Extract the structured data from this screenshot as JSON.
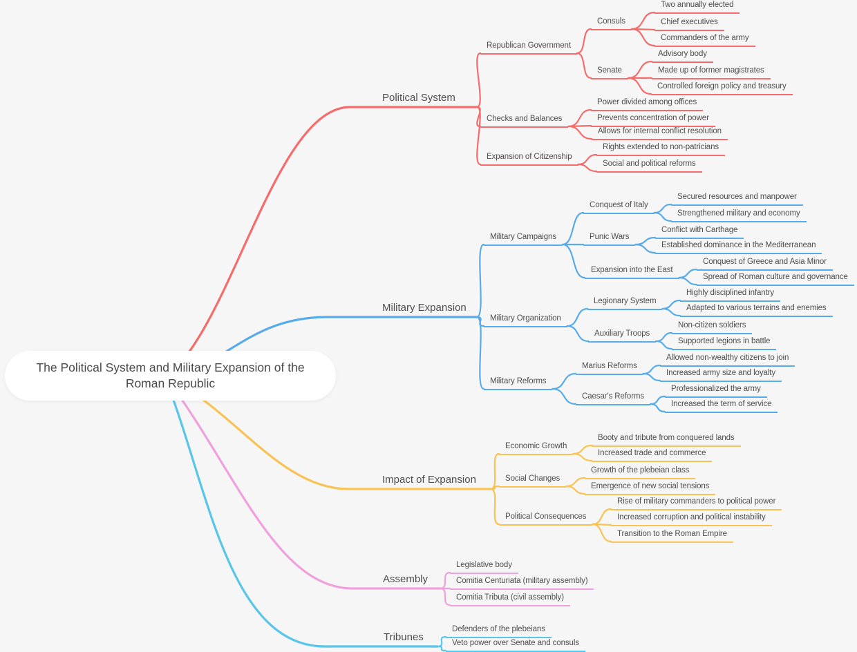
{
  "canvas": {
    "background": "#F6F6F6",
    "node_fill": "#FFFFFF",
    "text_color": "#4D4D4D"
  },
  "root": {
    "label": "The Political System and Military Expansion of the Roman Republic"
  },
  "topics": [
    {
      "label": "Political System",
      "color": "#F56C6C",
      "children": [
        {
          "label": "Republican Government",
          "children": [
            {
              "label": "Consuls",
              "children": [
                {
                  "label": "Two annually elected"
                },
                {
                  "label": "Chief executives"
                },
                {
                  "label": "Commanders of the army"
                }
              ]
            },
            {
              "label": "Senate",
              "children": [
                {
                  "label": "Advisory body"
                },
                {
                  "label": "Made up of former magistrates"
                },
                {
                  "label": "Controlled foreign policy and treasury"
                }
              ]
            }
          ]
        },
        {
          "label": "Checks and Balances",
          "children": [
            {
              "label": "Power divided among offices"
            },
            {
              "label": "Prevents concentration of power"
            },
            {
              "label": "Allows for internal conflict resolution"
            }
          ]
        },
        {
          "label": "Expansion of Citizenship",
          "children": [
            {
              "label": "Rights extended to non-patricians"
            },
            {
              "label": "Social and political reforms"
            }
          ]
        }
      ]
    },
    {
      "label": "Military Expansion",
      "color": "#57ABE8",
      "children": [
        {
          "label": "Military Campaigns",
          "children": [
            {
              "label": "Conquest of Italy",
              "children": [
                {
                  "label": "Secured resources and manpower"
                },
                {
                  "label": "Strengthened military and economy"
                }
              ]
            },
            {
              "label": "Punic Wars",
              "children": [
                {
                  "label": "Conflict with Carthage"
                },
                {
                  "label": "Established dominance in the Mediterranean"
                }
              ]
            },
            {
              "label": "Expansion into the East",
              "children": [
                {
                  "label": "Conquest of Greece and Asia Minor"
                },
                {
                  "label": "Spread of Roman culture and governance"
                }
              ]
            }
          ]
        },
        {
          "label": "Military Organization",
          "children": [
            {
              "label": "Legionary System",
              "children": [
                {
                  "label": "Highly disciplined infantry"
                },
                {
                  "label": "Adapted to various terrains and enemies"
                }
              ]
            },
            {
              "label": "Auxiliary Troops",
              "children": [
                {
                  "label": "Non-citizen soldiers"
                },
                {
                  "label": "Supported legions in battle"
                }
              ]
            }
          ]
        },
        {
          "label": "Military Reforms",
          "children": [
            {
              "label": "Marius Reforms",
              "children": [
                {
                  "label": "Allowed non-wealthy citizens to join"
                },
                {
                  "label": "Increased army size and loyalty"
                }
              ]
            },
            {
              "label": "Caesar's Reforms",
              "children": [
                {
                  "label": "Professionalized the army"
                },
                {
                  "label": "Increased the term of service"
                }
              ]
            }
          ]
        }
      ]
    },
    {
      "label": "Impact of Expansion",
      "color": "#F8C254",
      "children": [
        {
          "label": "Economic Growth",
          "children": [
            {
              "label": "Booty and tribute from conquered lands"
            },
            {
              "label": "Increased trade and commerce"
            }
          ]
        },
        {
          "label": "Social Changes",
          "children": [
            {
              "label": "Growth of the plebeian class"
            },
            {
              "label": "Emergence of new social tensions"
            }
          ]
        },
        {
          "label": "Political Consequences",
          "children": [
            {
              "label": "Rise of military commanders to political power"
            },
            {
              "label": "Increased corruption and political instability"
            },
            {
              "label": "Transition to the Roman Empire"
            }
          ]
        }
      ]
    },
    {
      "label": "Assembly",
      "color": "#F0A0DC",
      "children": [
        {
          "label": "Legislative body"
        },
        {
          "label": "Comitia Centuriata (military assembly)"
        },
        {
          "label": "Comitia Tributa (civil assembly)"
        }
      ]
    },
    {
      "label": "Tribunes",
      "color": "#58C5E9",
      "children": [
        {
          "label": "Defenders of the plebeians"
        },
        {
          "label": "Veto power over Senate and consuls"
        }
      ]
    }
  ]
}
